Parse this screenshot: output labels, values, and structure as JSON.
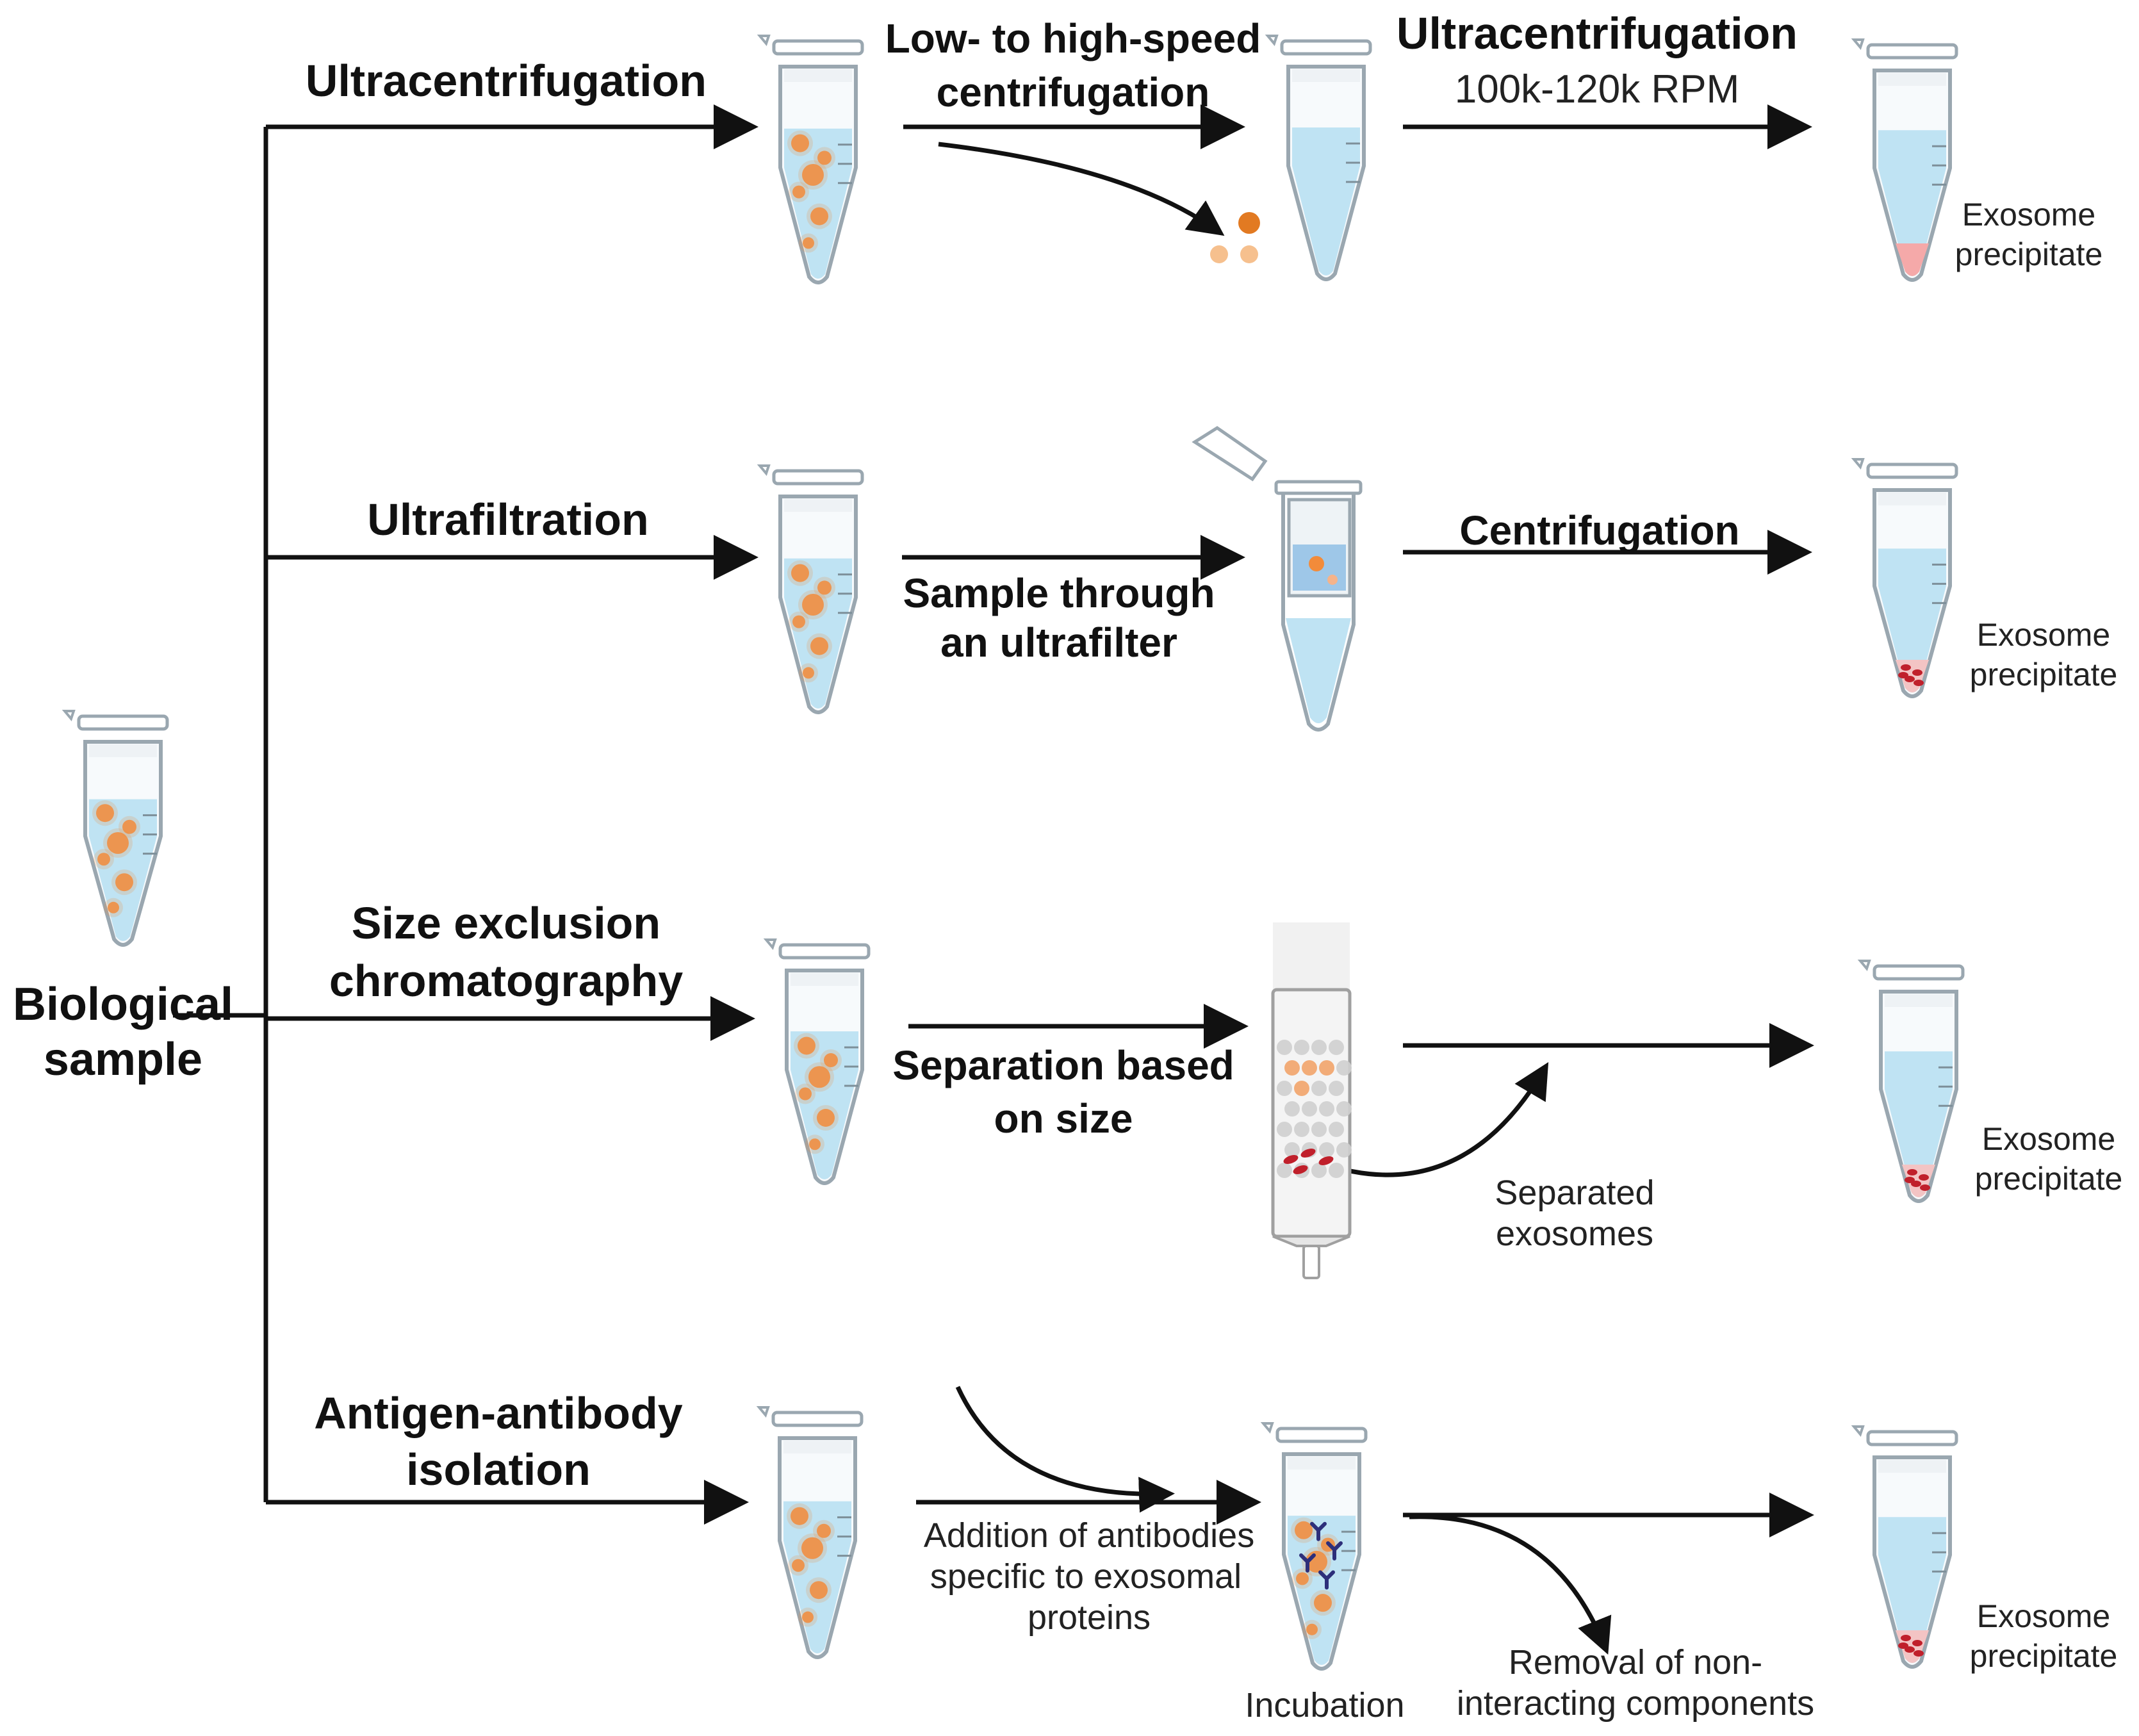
{
  "source": {
    "line1": "Biological",
    "line2": "sample"
  },
  "rows": [
    {
      "method": [
        "Ultracentrifugation"
      ],
      "step1": [
        "Low- to high-speed",
        "centrifugation"
      ],
      "step2_bold": "Ultracentrifugation",
      "step2_regular": "100k-120k RPM",
      "result": [
        "Exosome",
        "precipitate"
      ]
    },
    {
      "method": [
        "Ultrafiltration"
      ],
      "step1": [
        "Sample through",
        "an ultrafilter"
      ],
      "step2_bold": "Centrifugation",
      "result": [
        "Exosome",
        "precipitate"
      ]
    },
    {
      "method": [
        "Size exclusion",
        "chromatography"
      ],
      "step1": [
        "Separation based",
        "on size"
      ],
      "side_note": [
        "Separated",
        "exosomes"
      ],
      "result": [
        "Exosome",
        "precipitate"
      ]
    },
    {
      "method": [
        "Antigen-antibody",
        "isolation"
      ],
      "step1": [
        "Addition of antibodies",
        "specific to exosomal",
        "proteins"
      ],
      "incubation": "Incubation",
      "side_note": [
        "Removal of non-",
        "interacting components"
      ],
      "result": [
        "Exosome",
        "precipitate"
      ]
    }
  ],
  "colors": {
    "tube_outline": "#9aa7b0",
    "tube_fill": "#ffffff",
    "liquid": "#bfe3f3",
    "particle": "#f28b3a",
    "pellet_light": "#f5a9a9",
    "pellet_dark": "#c0202b",
    "antibody": "#2d2f7a",
    "arrow": "#111111"
  }
}
